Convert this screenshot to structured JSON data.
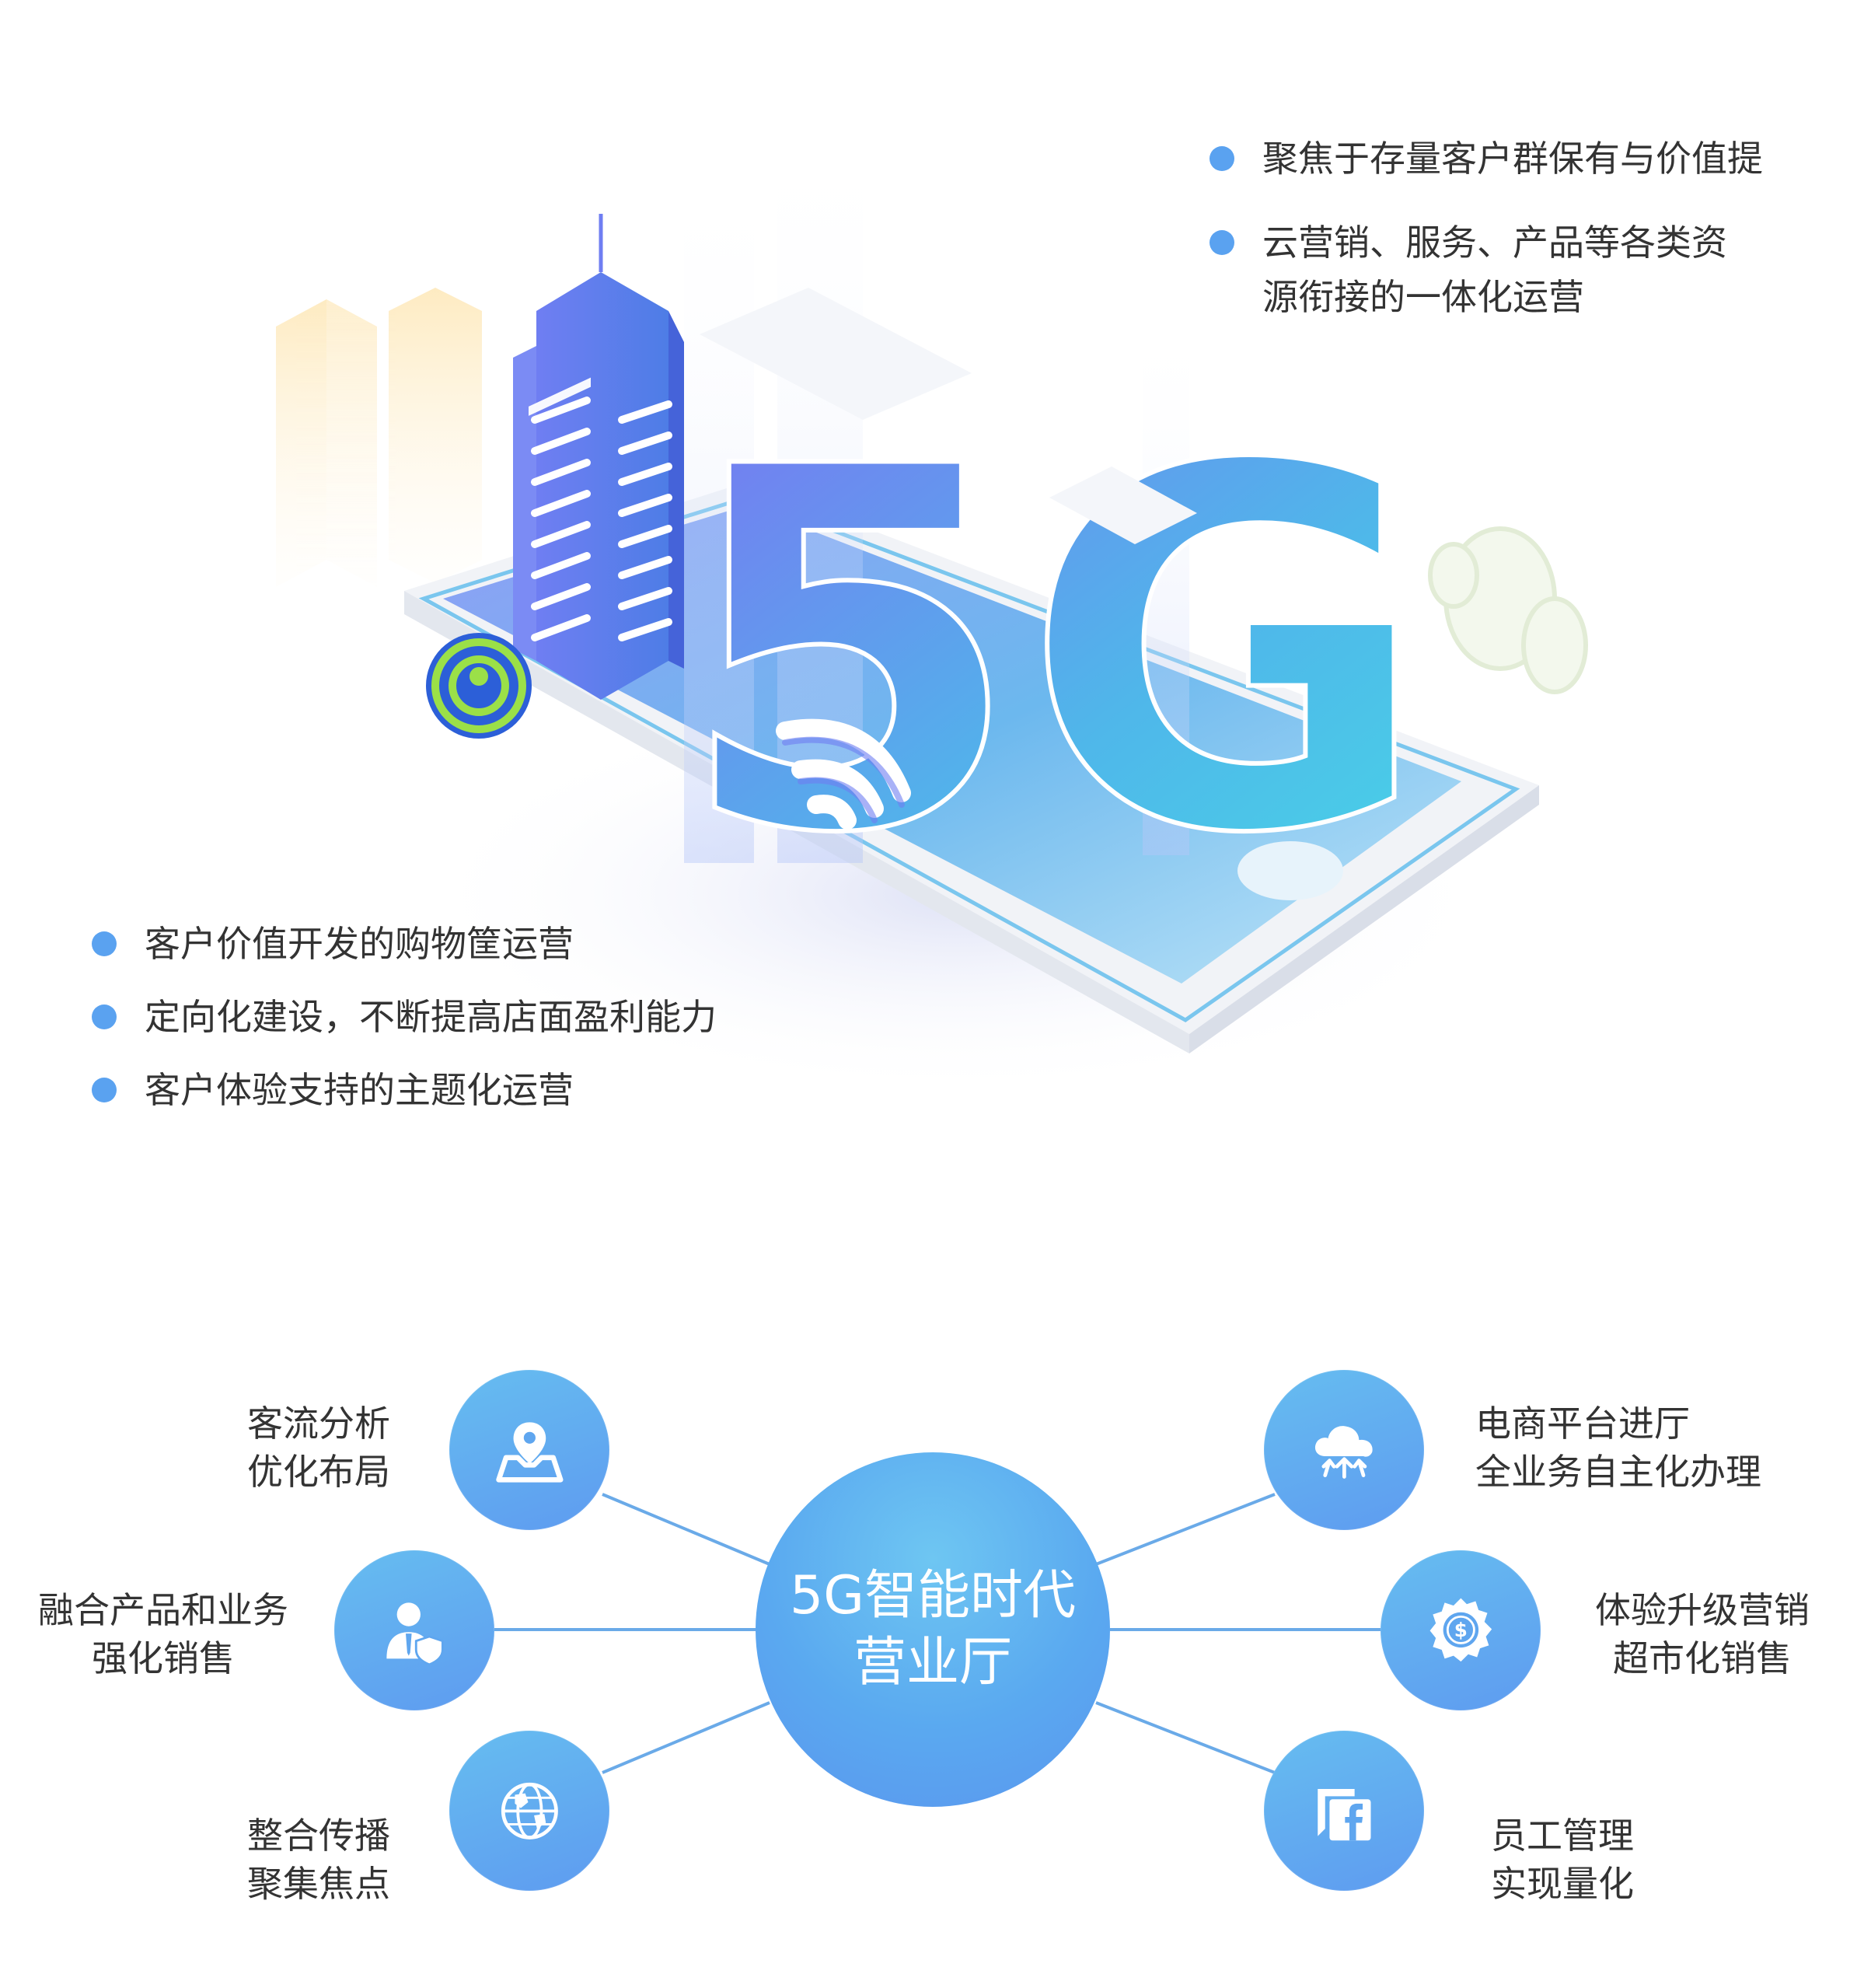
{
  "hero": {
    "big_text": "5G"
  },
  "top_right_bullets": [
    {
      "lines": [
        "聚焦于存量客户群保有与价值提"
      ]
    },
    {
      "lines": [
        "云营销、服务、产品等各类资",
        "源衔接的一体化运营"
      ]
    }
  ],
  "left_bullets": [
    {
      "lines": [
        "客户价值开发的购物筐运营"
      ]
    },
    {
      "lines": [
        "定向化建设，不断提高店面盈利能力"
      ]
    },
    {
      "lines": [
        "客户体验支持的主题化运营"
      ]
    }
  ],
  "hub": {
    "line1": "5G智能时代",
    "line2": "营业厅"
  },
  "nodes": {
    "top_left": {
      "icon": "map-pin-icon",
      "line1": "客流分析",
      "line2": "优化布局"
    },
    "mid_left": {
      "icon": "user-shield-icon",
      "line1": "融合产品和业务",
      "line2": "强化销售"
    },
    "bottom_left": {
      "icon": "globe-icon",
      "line1": "整合传播",
      "line2": "聚集焦点"
    },
    "top_right": {
      "icon": "cloud-upload-icon",
      "line1": "电商平台进厅",
      "line2": "全业务自主化办理"
    },
    "mid_right": {
      "icon": "dollar-badge-icon",
      "line1": "体验升级营销",
      "line2": "超市化销售"
    },
    "bottom_right": {
      "icon": "facebook-chat-icon",
      "line1": "员工管理",
      "line2": "实现量化"
    }
  },
  "colors": {
    "bullet": "#5aa2f0",
    "node_gradient_top": "#66bdf0",
    "node_gradient_bottom": "#5e9bf0",
    "connector": "#6aaae8"
  }
}
